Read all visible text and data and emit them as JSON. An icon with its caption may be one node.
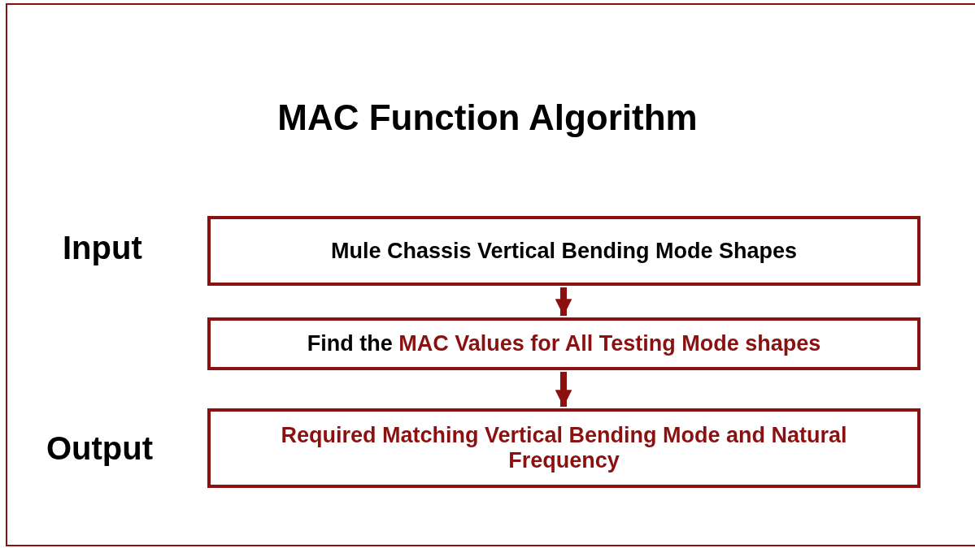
{
  "diagram": {
    "title": "MAC Function Algorithm",
    "nodes": [
      {
        "text": [
          "Mule Chassis Vertical Bending Mode Shapes"
        ]
      },
      {
        "text": [
          "Find the",
          "MAC Values for All Testing Mode shapes"
        ]
      },
      {
        "text": [
          "Required Matching Vertical Bending Mode and Natural Frequency"
        ]
      }
    ],
    "edges": [
      {
        "from": 0,
        "to": 1,
        "arrow": "to"
      },
      {
        "from": 1,
        "to": 2,
        "arrow": "to"
      }
    ],
    "labels": [
      "Input",
      "Output"
    ]
  }
}
